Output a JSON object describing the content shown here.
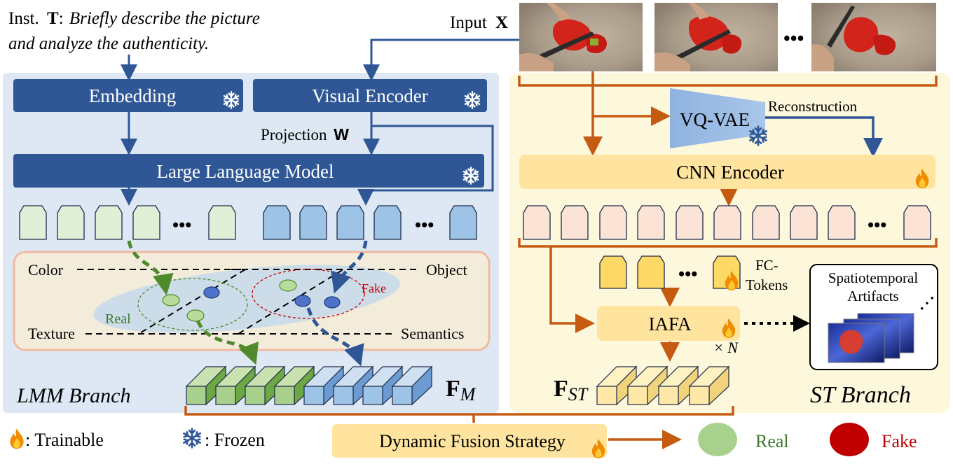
{
  "instruction": {
    "prefix": "Inst.",
    "symbol": "T",
    "colon": ":",
    "line1": "Briefly describe the picture",
    "line2": "and analyze the authenticity."
  },
  "input": {
    "label": "Input",
    "symbol": "X",
    "ellipsis": "•••"
  },
  "lmm_branch": {
    "title": "LMM Branch",
    "embedding": "Embedding",
    "visual_encoder": "Visual Encoder",
    "projection": "Projection",
    "projection_symbol": "W",
    "llm": "Large Language Model",
    "ellipsis": "•••",
    "feature_space": {
      "color": "Color",
      "texture": "Texture",
      "object": "Object",
      "semantics": "Semantics",
      "real": "Real",
      "fake": "Fake"
    },
    "feature_symbol": "F",
    "feature_subscript": "M"
  },
  "st_branch": {
    "title": "ST Branch",
    "vqvae": "VQ-VAE",
    "reconstruction": "Reconstruction",
    "cnn_encoder": "CNN Encoder",
    "ellipsis": "•••",
    "fc_tokens_line1": "FC-",
    "fc_tokens_line2": "Tokens",
    "iafa": "IAFA",
    "times_n": "× N",
    "artifacts_line1": "Spatiotemporal",
    "artifacts_line2": "Artifacts",
    "feature_symbol": "F",
    "feature_subscript": "ST"
  },
  "legend": {
    "trainable": ": Trainable",
    "frozen": ": Frozen"
  },
  "fusion": "Dynamic Fusion Strategy",
  "outputs": {
    "real": "Real",
    "fake": "Fake"
  },
  "colors": {
    "lmm_bg": "#dde8f4",
    "st_bg": "#fdf7dc",
    "blue_box": "#2f5796",
    "orange": "#c55a11",
    "real_green": "#3b7a2d",
    "fake_red": "#c00000"
  }
}
